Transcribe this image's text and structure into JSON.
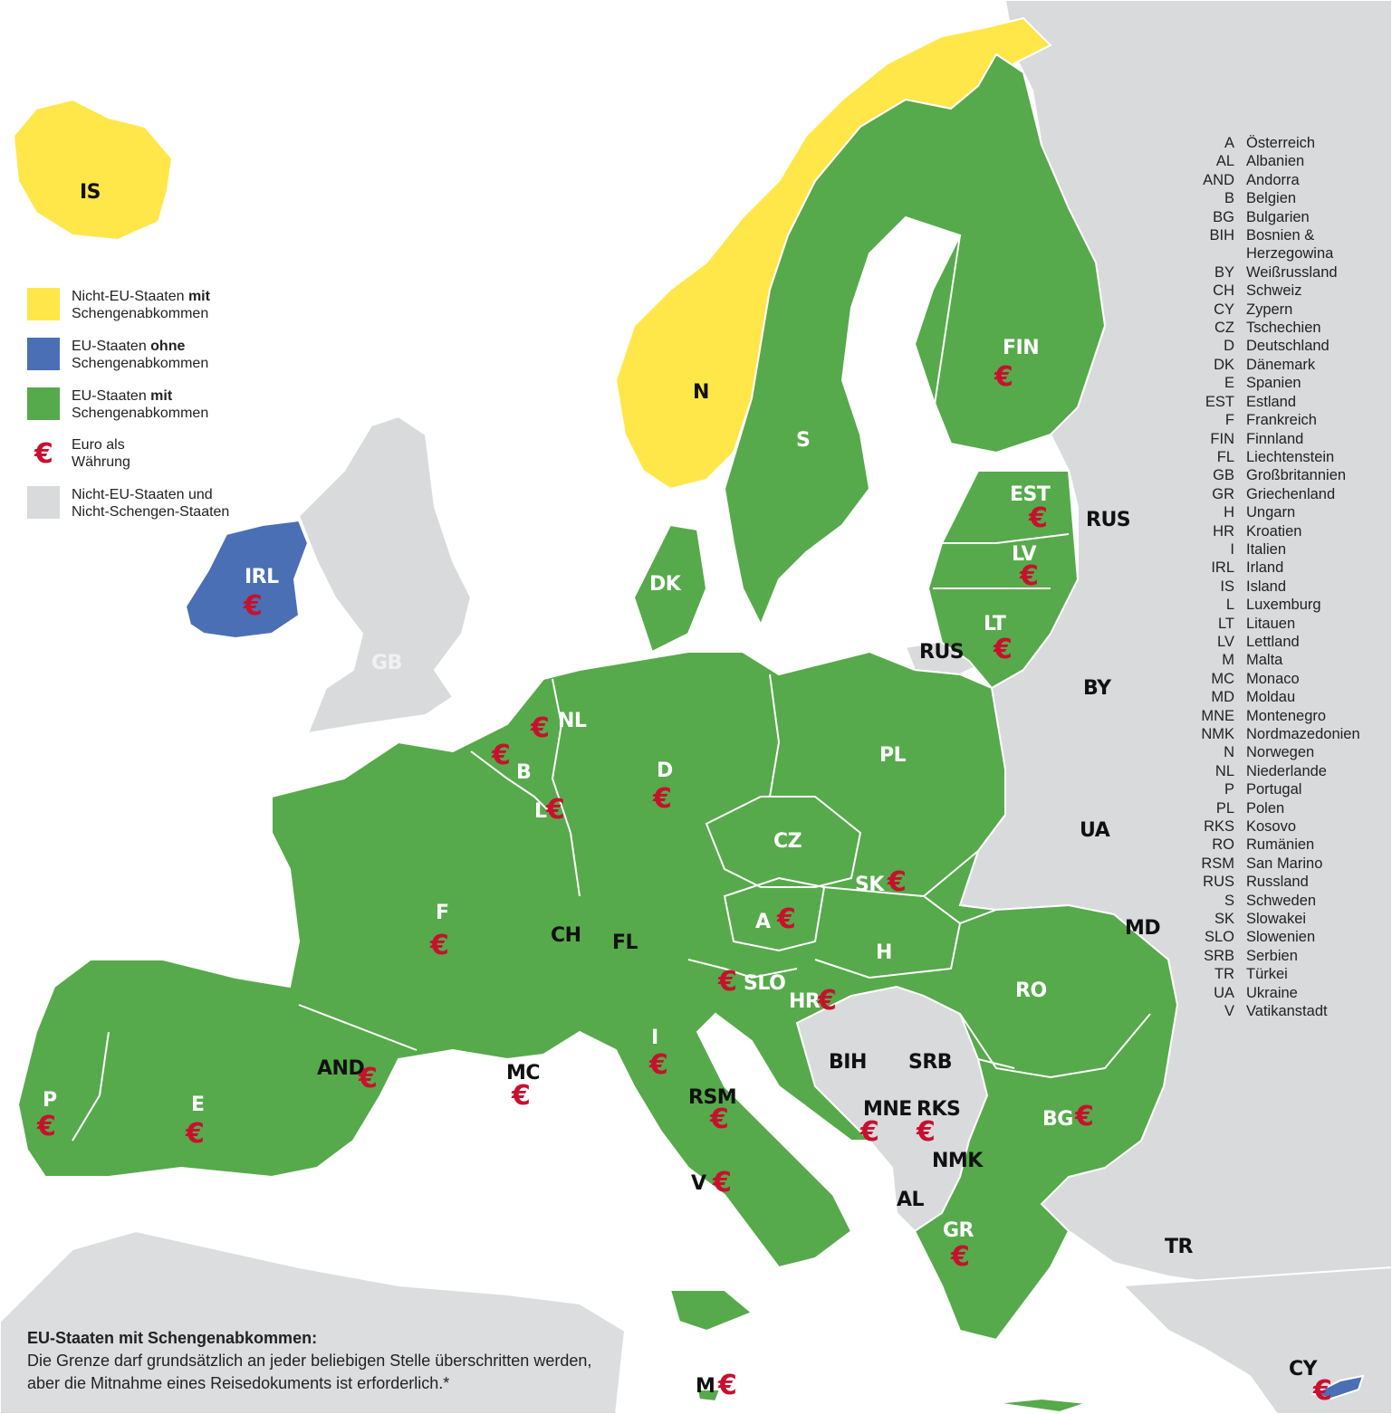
{
  "legend": [
    {
      "id": "yellow",
      "color": "#ffe74a",
      "lines": [
        "Nicht-EU-Staaten ",
        "mit",
        "Schengenabkommen"
      ]
    },
    {
      "id": "blue",
      "color": "#4a6fb5",
      "lines": [
        "EU-Staaten ",
        "ohne",
        "Schengenabkommen"
      ]
    },
    {
      "id": "green",
      "color": "#56aa4b",
      "lines": [
        "EU-Staaten ",
        "mit",
        "Schengenabkommen"
      ]
    },
    {
      "id": "euro",
      "symbol": "€",
      "lines": [
        "Euro als",
        "",
        "Währung"
      ]
    },
    {
      "id": "grey",
      "color": "#d9dadc",
      "lines": [
        "Nicht-EU-Staaten und",
        "",
        "Nicht-Schengen-Staaten"
      ]
    }
  ],
  "colors": {
    "water": "#ffffff",
    "schengen_eu": "#56aa4b",
    "schengen_non_eu": "#ffe74a",
    "eu_non_schengen": "#4a6fb5",
    "non_eu": "#d9dadc",
    "euro": "#c8102e"
  },
  "euro_symbol": "€",
  "labels": {
    "IS": "IS",
    "N": "N",
    "S": "S",
    "FIN": "FIN",
    "EST": "EST",
    "LV": "LV",
    "LT": "LT",
    "RUS": "RUS",
    "RUS_KAL": "RUS",
    "BY": "BY",
    "UA": "UA",
    "MD": "MD",
    "RO": "RO",
    "BG": "BG",
    "TR": "TR",
    "GR": "GR",
    "NMK": "NMK",
    "AL": "AL",
    "MNE": "MNE",
    "RKS": "RKS",
    "SRB": "SRB",
    "BIH": "BIH",
    "HR": "HR",
    "SLO": "SLO",
    "H": "H",
    "SK": "SK",
    "A": "A",
    "CZ": "CZ",
    "PL": "PL",
    "D": "D",
    "DK": "DK",
    "NL": "NL",
    "B": "B",
    "L": "L",
    "F": "F",
    "CH": "CH",
    "FL": "FL",
    "I": "I",
    "RSM": "RSM",
    "V": "V",
    "MC": "MC",
    "AND": "AND",
    "E": "E",
    "P": "P",
    "IRL": "IRL",
    "GB": "GB",
    "M": "M",
    "CY": "CY"
  },
  "countries": [
    [
      "A",
      "Österreich"
    ],
    [
      "AL",
      "Albanien"
    ],
    [
      "AND",
      "Andorra"
    ],
    [
      "B",
      "Belgien"
    ],
    [
      "BG",
      "Bulgarien"
    ],
    [
      "BIH",
      "Bosnien &"
    ],
    [
      "",
      "Herzegowina"
    ],
    [
      "BY",
      "Weißrussland"
    ],
    [
      "CH",
      "Schweiz"
    ],
    [
      "CY",
      "Zypern"
    ],
    [
      "CZ",
      "Tschechien"
    ],
    [
      "D",
      "Deutschland"
    ],
    [
      "DK",
      "Dänemark"
    ],
    [
      "E",
      "Spanien"
    ],
    [
      "EST",
      "Estland"
    ],
    [
      "F",
      "Frankreich"
    ],
    [
      "FIN",
      "Finnland"
    ],
    [
      "FL",
      "Liechtenstein"
    ],
    [
      "GB",
      "Großbritannien"
    ],
    [
      "GR",
      "Griechenland"
    ],
    [
      "H",
      "Ungarn"
    ],
    [
      "HR",
      "Kroatien"
    ],
    [
      "I",
      "Italien"
    ],
    [
      "IRL",
      "Irland"
    ],
    [
      "IS",
      "Island"
    ],
    [
      "L",
      "Luxemburg"
    ],
    [
      "LT",
      "Litauen"
    ],
    [
      "LV",
      "Lettland"
    ],
    [
      "M",
      "Malta"
    ],
    [
      "MC",
      "Monaco"
    ],
    [
      "MD",
      "Moldau"
    ],
    [
      "MNE",
      "Montenegro"
    ],
    [
      "NMK",
      "Nordmazedonien"
    ],
    [
      "N",
      "Norwegen"
    ],
    [
      "NL",
      "Niederlande"
    ],
    [
      "P",
      "Portugal"
    ],
    [
      "PL",
      "Polen"
    ],
    [
      "RKS",
      "Kosovo"
    ],
    [
      "RO",
      "Rumänien"
    ],
    [
      "RSM",
      "San Marino"
    ],
    [
      "RUS",
      "Russland"
    ],
    [
      "S",
      "Schweden"
    ],
    [
      "SK",
      "Slowakei"
    ],
    [
      "SLO",
      "Slowenien"
    ],
    [
      "SRB",
      "Serbien"
    ],
    [
      "TR",
      "Türkei"
    ],
    [
      "UA",
      "Ukraine"
    ],
    [
      "V",
      "Vatikanstadt"
    ]
  ],
  "note": {
    "title": "EU-Staaten mit Schengenabkommen:",
    "text": "Die Grenze darf grundsätzlich an jeder beliebigen Stelle überschritten werden, aber die Mitnahme eines Reisedokuments ist erforderlich.*"
  }
}
